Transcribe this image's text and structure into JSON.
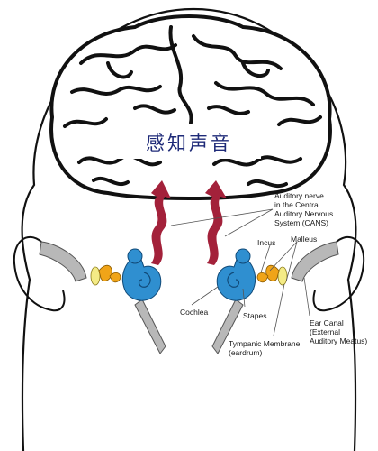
{
  "title": "感知声音",
  "colors": {
    "title": "#1e2a78",
    "signal_arrow": "#a3213a",
    "cochlea": "#2f8fd0",
    "ossicles": "#f0a418",
    "eardrum": "#f4eb86",
    "ear_canal": "#b8b8b8",
    "outline": "#111111"
  },
  "labels": {
    "auditory_nerve": "Auditory nerve\nin the Central\nAuditory Nervous\nSystem (CANS)",
    "incus": "Incus",
    "malleus": "Malleus",
    "cochlea": "Cochlea",
    "stapes": "Stapes",
    "ear_canal": "Ear Canal\n(External\nAuditory Meatus)",
    "tympanic_membrane": "Tympanic Membrane\n(eardrum)"
  },
  "icons": {
    "left_arrow": "wavy-up-arrow-icon",
    "right_arrow": "wavy-up-arrow-icon"
  }
}
